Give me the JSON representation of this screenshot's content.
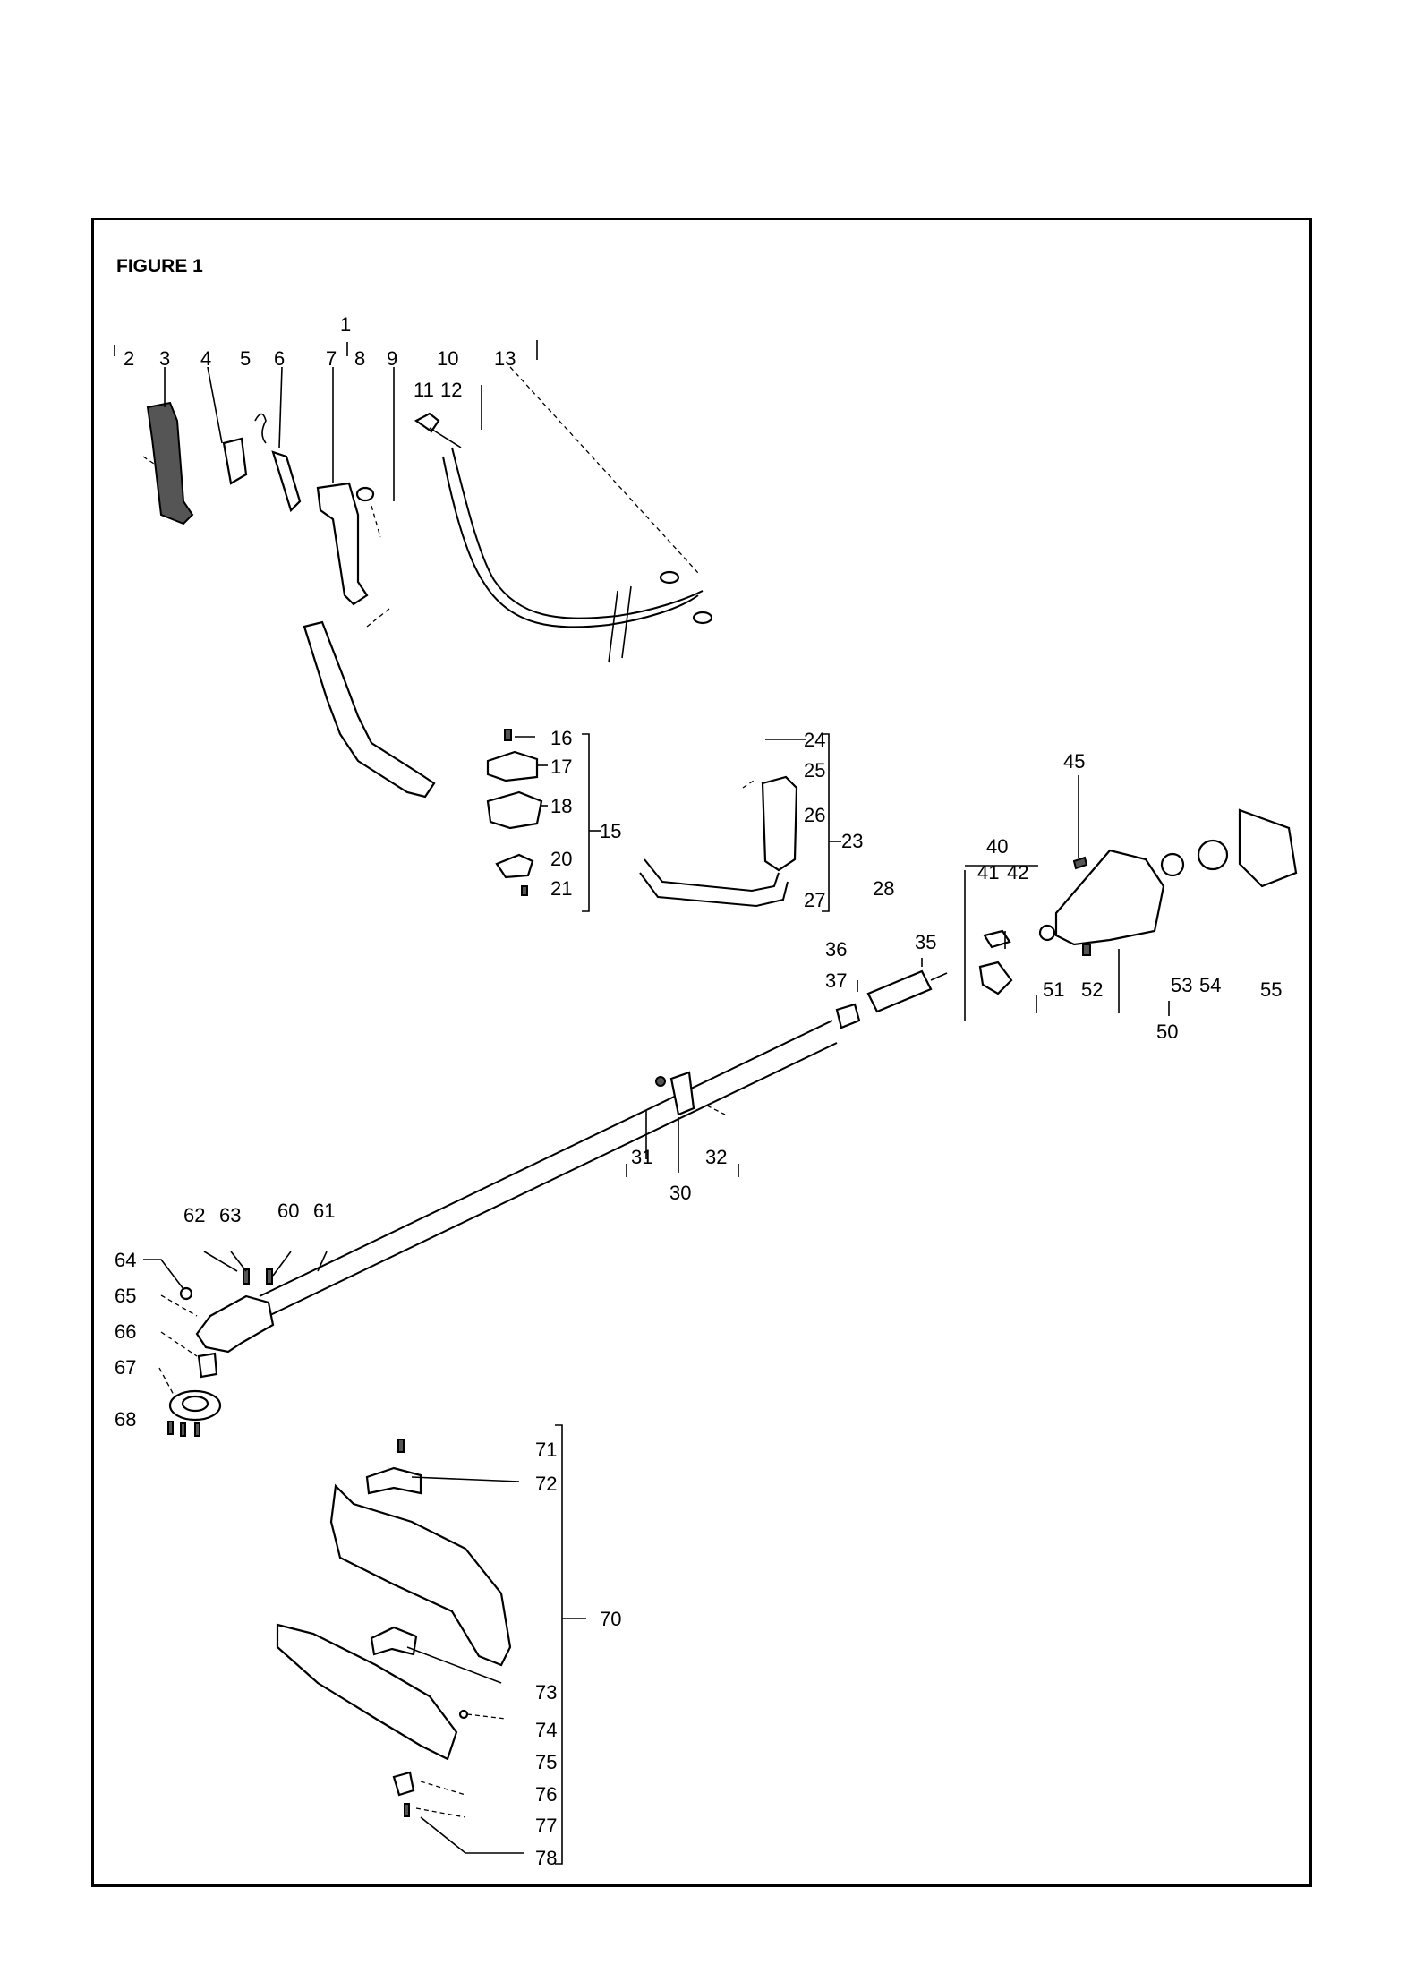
{
  "figure_title": "FIGURE 1",
  "callouts": {
    "c1": "1",
    "c2": "2",
    "c3": "3",
    "c4": "4",
    "c5": "5",
    "c6": "6",
    "c7": "7",
    "c8": "8",
    "c9": "9",
    "c10": "10",
    "c11": "11",
    "c12": "12",
    "c13": "13",
    "c15": "15",
    "c16": "16",
    "c17": "17",
    "c18": "18",
    "c20": "20",
    "c21": "21",
    "c23": "23",
    "c24": "24",
    "c25": "25",
    "c26": "26",
    "c27": "27",
    "c28": "28",
    "c30": "30",
    "c31": "31",
    "c32": "32",
    "c35": "35",
    "c36": "36",
    "c37": "37",
    "c40": "40",
    "c41": "41",
    "c42": "42",
    "c45": "45",
    "c50": "50",
    "c51": "51",
    "c52": "52",
    "c53": "53",
    "c54": "54",
    "c55": "55",
    "c60": "60",
    "c61": "61",
    "c62": "62",
    "c63": "63",
    "c64": "64",
    "c65": "65",
    "c66": "66",
    "c67": "67",
    "c68": "68",
    "c70": "70",
    "c71": "71",
    "c72": "72",
    "c73": "73",
    "c74": "74",
    "c75": "75",
    "c76": "76",
    "c77": "77",
    "c78": "78"
  }
}
